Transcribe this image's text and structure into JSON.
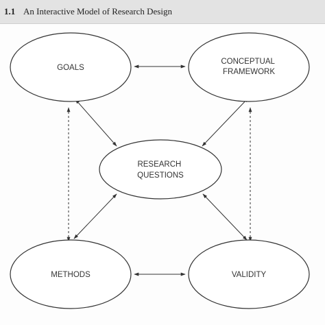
{
  "figure": {
    "number": "1.1",
    "title": "An Interactive Model of Research Design"
  },
  "nodes": {
    "goals": {
      "lines": [
        "GOALS"
      ]
    },
    "framework": {
      "lines": [
        "CONCEPTUAL",
        "FRAMEWORK"
      ]
    },
    "questions": {
      "lines": [
        "RESEARCH",
        "QUESTIONS"
      ]
    },
    "methods": {
      "lines": [
        "METHODS"
      ]
    },
    "validity": {
      "lines": [
        "VALIDITY"
      ]
    }
  },
  "colors": {
    "stroke": "#333333",
    "fill": "#ffffff"
  }
}
